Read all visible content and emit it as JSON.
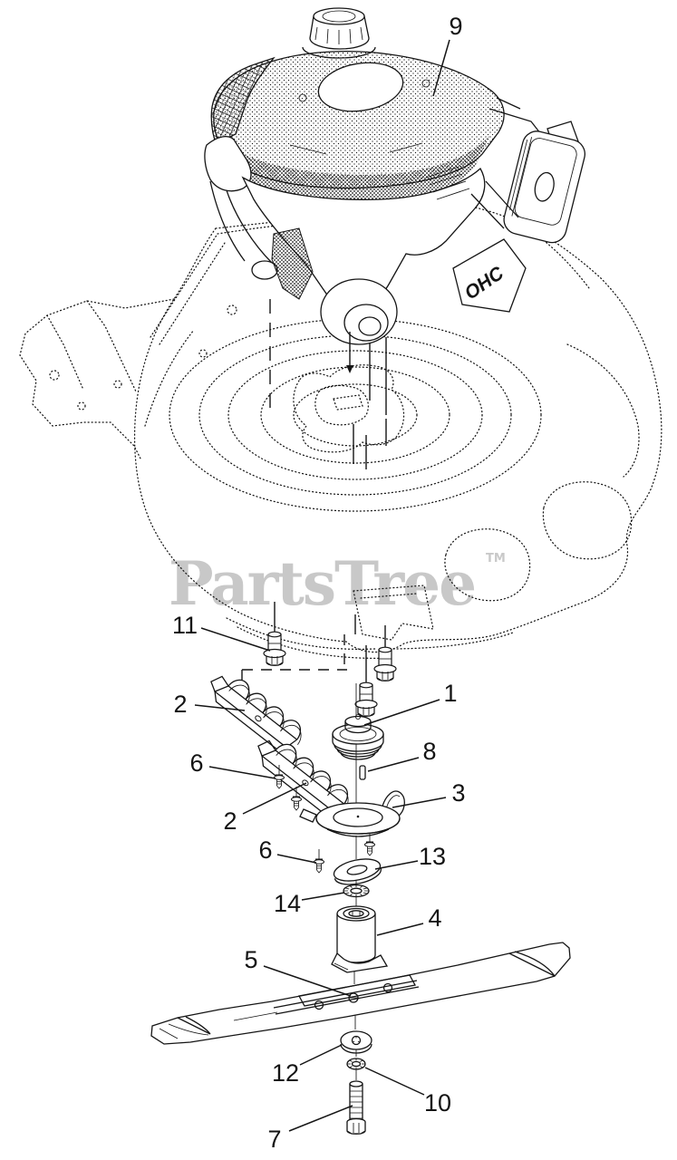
{
  "diagram": {
    "watermark_text": "PartsTree",
    "watermark_tm": "TM",
    "engine_label": "OHC",
    "colors": {
      "line": "#141414",
      "watermark": "#c8c8c8",
      "background": "#ffffff"
    },
    "callouts": [
      {
        "n": "9"
      },
      {
        "n": "11"
      },
      {
        "n": "2"
      },
      {
        "n": "1"
      },
      {
        "n": "8"
      },
      {
        "n": "6"
      },
      {
        "n": "2"
      },
      {
        "n": "3"
      },
      {
        "n": "6"
      },
      {
        "n": "13"
      },
      {
        "n": "14"
      },
      {
        "n": "4"
      },
      {
        "n": "5"
      },
      {
        "n": "12"
      },
      {
        "n": "10"
      },
      {
        "n": "7"
      }
    ]
  }
}
